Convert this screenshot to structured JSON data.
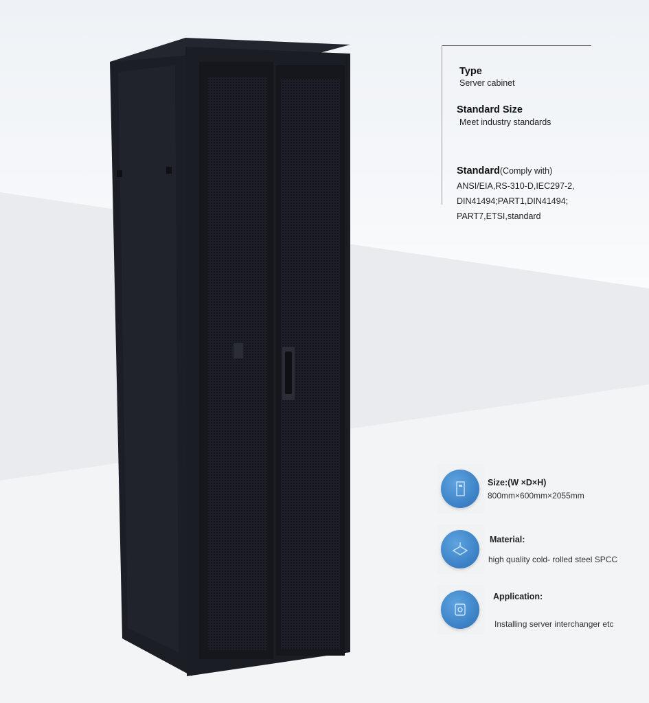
{
  "specs": {
    "type": {
      "heading": "Type",
      "value": "Server cabinet"
    },
    "size": {
      "heading": "Standard Size",
      "value": "Meet industry standards"
    },
    "standard": {
      "heading": "Standard",
      "heading_suffix": "(Comply with)",
      "lines": [
        "ANSI/EIA,RS-310-D,IEC297-2,",
        "DIN41494;PART1,DIN41494;",
        "PART7,ETSI,standard"
      ]
    }
  },
  "features": [
    {
      "label": "Size:(W ×D×H)",
      "value": "800mm×600mm×2055mm",
      "icon": "cabinet-icon"
    },
    {
      "label": "Material:",
      "value": "high quality cold- rolled steel SPCC",
      "icon": "sheet-steel-icon"
    },
    {
      "label": "Application:",
      "value": "Installing server interchanger etc",
      "icon": "server-install-icon"
    }
  ],
  "colors": {
    "accent": "#3a7fc4",
    "cabinet": "#1a1d24"
  }
}
